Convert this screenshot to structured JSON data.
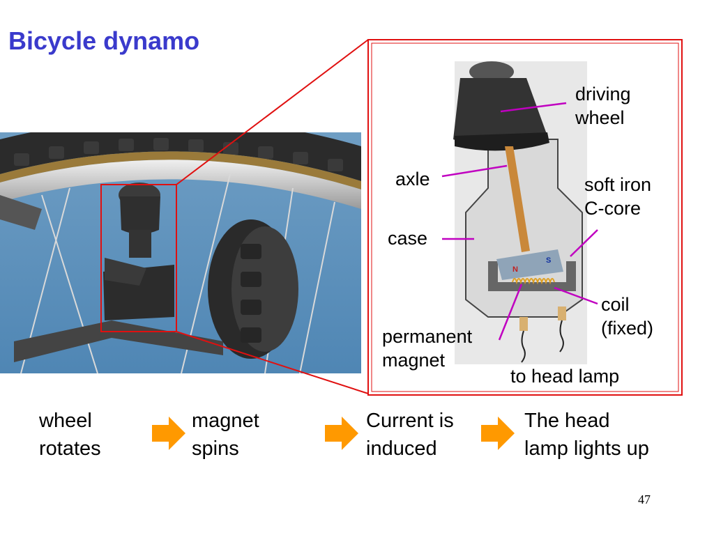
{
  "title": "Bicycle dynamo",
  "labels": {
    "driving_wheel": [
      "driving",
      "wheel"
    ],
    "axle": "axle",
    "soft_iron": [
      "soft iron",
      "C-core"
    ],
    "case": "case",
    "coil": [
      "coil",
      "(fixed)"
    ],
    "permanent_magnet": [
      "permanent",
      "magnet"
    ],
    "to_head_lamp": "to head lamp",
    "magnet_n": "N",
    "magnet_s": "S"
  },
  "flow": [
    [
      "wheel",
      "rotates"
    ],
    [
      "magnet",
      "spins"
    ],
    [
      "Current is",
      "induced"
    ],
    [
      "The head",
      "lamp lights up"
    ]
  ],
  "page_number": "47",
  "colors": {
    "title": "#3a3acc",
    "leader": "#c000c0",
    "zoom_frame": "#e01010",
    "arrow": "#ff9900"
  }
}
